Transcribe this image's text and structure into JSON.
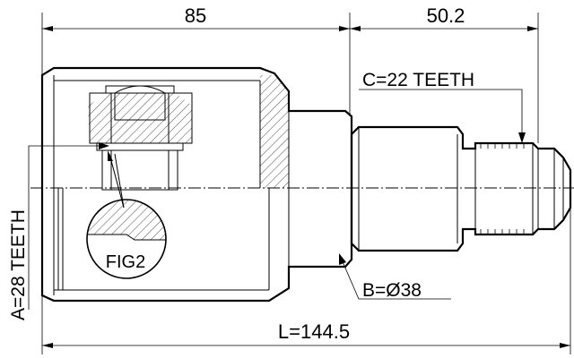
{
  "dimensions": {
    "top_left": "85",
    "top_right": "50.2",
    "overall_length": "L=144.5"
  },
  "callouts": {
    "spline_c": "C=22 TEETH",
    "diameter_b": "B=Ø38",
    "spline_a": "A=28 TEETH",
    "detail_label": "FIG2"
  }
}
